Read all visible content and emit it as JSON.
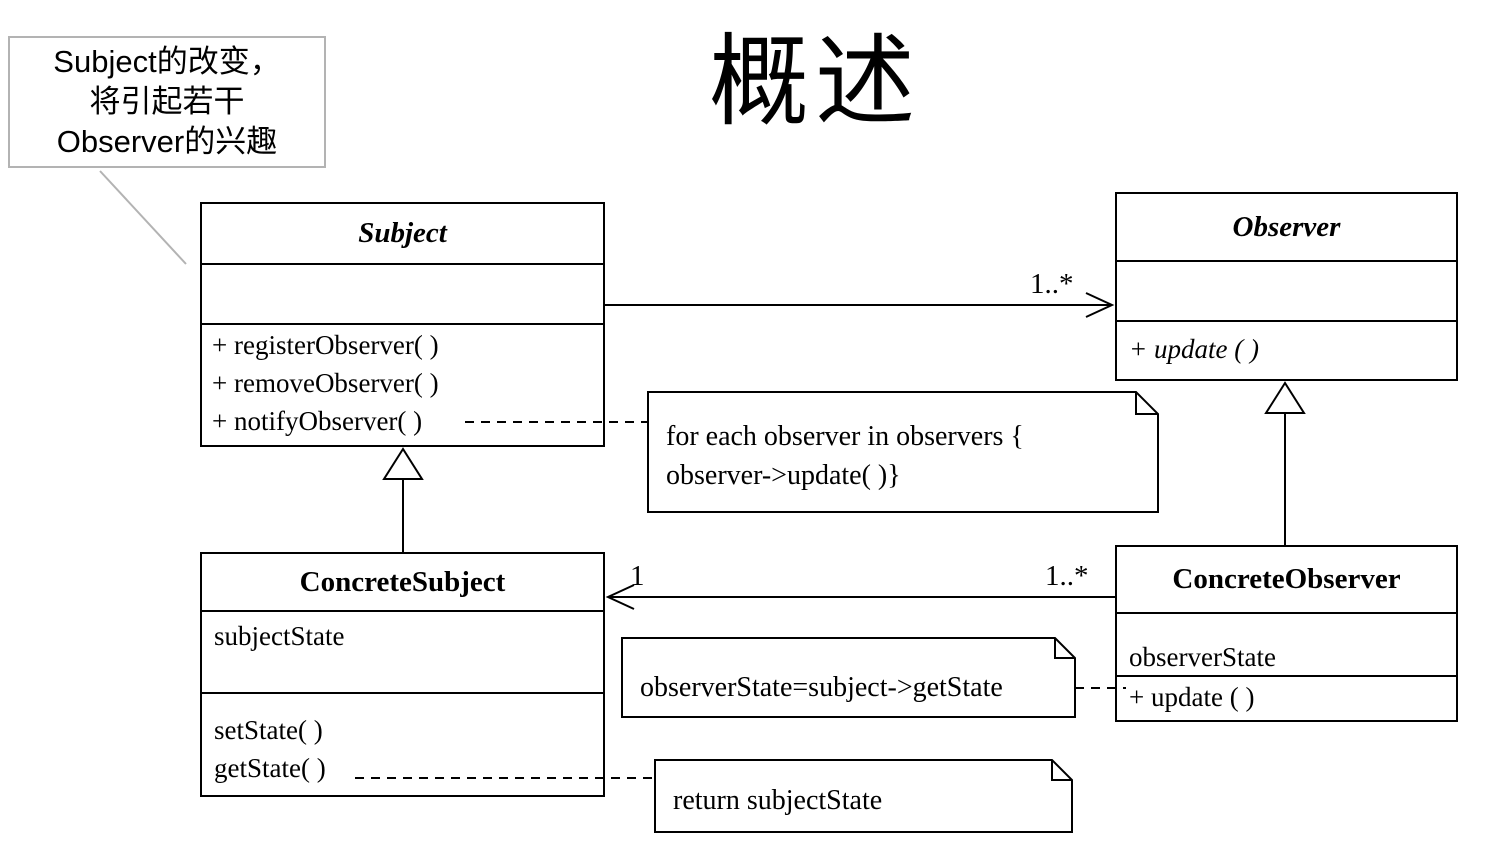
{
  "page": {
    "title": "概述"
  },
  "callout": {
    "lines": [
      "Subject的改变，",
      "将引起若干",
      "Observer的兴趣"
    ]
  },
  "classes": {
    "subject": {
      "name": "Subject",
      "attributes": [],
      "methods": [
        "+ registerObserver( )",
        "+ removeObserver( )",
        "+ notifyObserver( )"
      ]
    },
    "observer": {
      "name": "Observer",
      "attributes": [],
      "methods": [
        "+ update ( )"
      ]
    },
    "concrete_subject": {
      "name": "ConcreteSubject",
      "attributes": [
        "subjectState"
      ],
      "methods": [
        "setState( )",
        "getState( )"
      ]
    },
    "concrete_observer": {
      "name": "ConcreteObserver",
      "attributes": [
        "observerState"
      ],
      "methods": [
        "+ update ( )"
      ]
    }
  },
  "notes": {
    "notify_loop": [
      "for each observer in observers {",
      "observer->update( )}"
    ],
    "update_impl": [
      "observerState=subject->getState"
    ],
    "getstate_impl": [
      "return subjectState"
    ]
  },
  "labels": {
    "subject_observer_multiplicity": "1..*",
    "observer_subject_one": "1",
    "observer_subject_many": "1..*"
  },
  "colors": {
    "background": "#ffffff",
    "line": "#000000",
    "callout_border": "#b3b3b3"
  }
}
